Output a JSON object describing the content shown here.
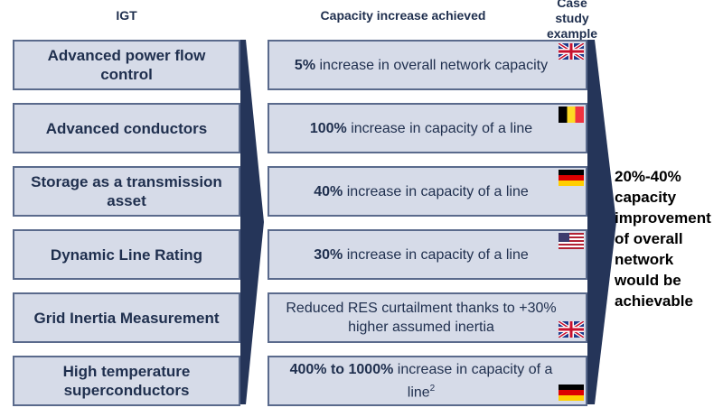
{
  "headers": {
    "igt": "IGT",
    "capacity": "Capacity increase achieved",
    "case_study": "Case study example"
  },
  "rows": [
    {
      "igt": "Advanced power flow control",
      "result_bold": "5%",
      "result_rest": "increase in overall network capacity",
      "flag": "uk-flag-icon"
    },
    {
      "igt": "Advanced conductors",
      "result_bold": "100%",
      "result_rest": "increase in capacity of a line",
      "flag": "belgium-flag-icon"
    },
    {
      "igt": "Storage as a transmission asset",
      "result_bold": "40%",
      "result_rest": "increase in capacity of a line",
      "flag": "germany-flag-icon"
    },
    {
      "igt": "Dynamic Line Rating",
      "result_bold": "30%",
      "result_rest": "increase in capacity of a line",
      "flag": "usa-flag-icon"
    },
    {
      "igt": "Grid Inertia Measurement",
      "result_bold": "",
      "result_rest": "Reduced RES curtailment thanks to +30% higher assumed inertia",
      "flag": "uk-flag-icon"
    },
    {
      "igt": "High temperature superconductors",
      "result_bold": "400% to 1000%",
      "result_rest": "increase in capacity of a line",
      "footnote": "2",
      "flag": "germany-flag-icon"
    }
  ],
  "conclusion": "20%-40% capacity improvement of overall network would be achievable",
  "colors": {
    "card_fill": "#d6dbe8",
    "card_border": "#5a6a8c",
    "dark_band": "#253559",
    "text": "#1f2f4e"
  }
}
